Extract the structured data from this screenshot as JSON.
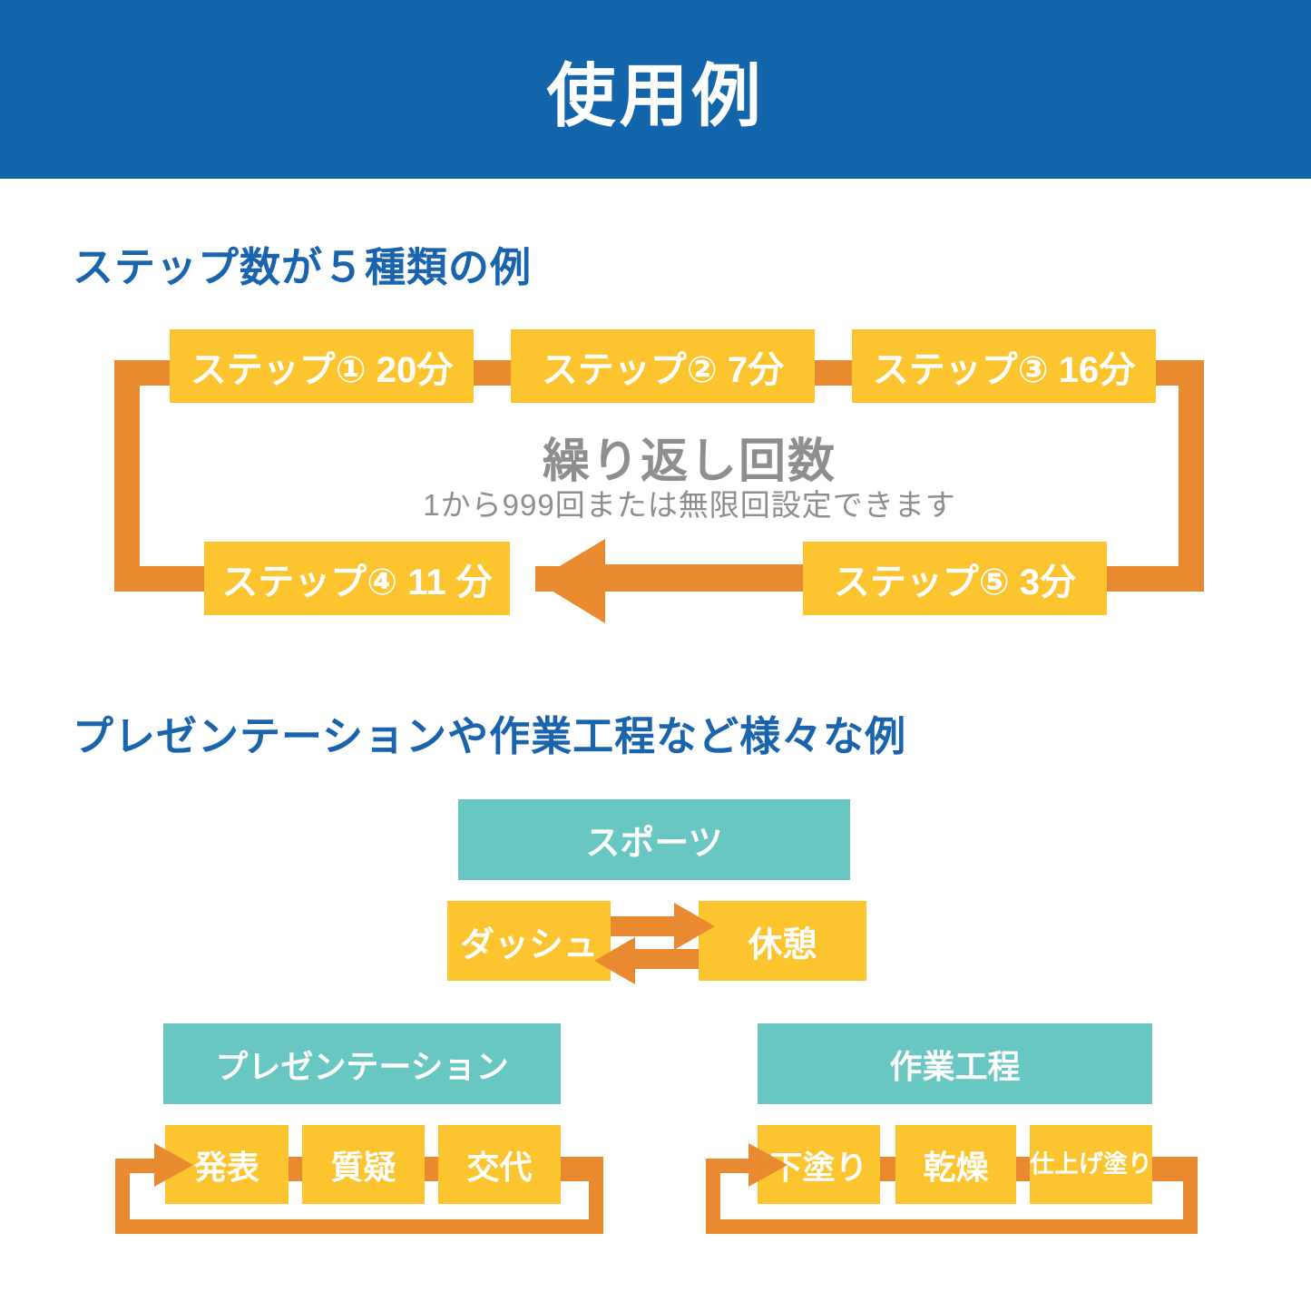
{
  "colors": {
    "header_bg": "#1264AB",
    "heading_text": "#1A64AD",
    "box_yellow": "#FCC42E",
    "arrow_orange": "#E98A30",
    "category_teal": "#69C7C3",
    "repeat_gray": "#8E8E8E",
    "box_text": "#FFFFFF"
  },
  "header": {
    "title": "使用例"
  },
  "section1": {
    "title": "ステップ数が５種類の例",
    "steps": [
      {
        "label": "ステップ① 20分"
      },
      {
        "label": "ステップ② 7分"
      },
      {
        "label": "ステップ③ 16分"
      },
      {
        "label": "ステップ④ 11 分"
      },
      {
        "label": "ステップ⑤ 3分"
      }
    ],
    "repeat": {
      "title": "繰り返し回数",
      "subtitle": "1から999回または無限回設定できます"
    }
  },
  "section2": {
    "title": "プレゼンテーションや作業工程など様々な例",
    "sports": {
      "title": "スポーツ",
      "steps": [
        {
          "label": "ダッシュ"
        },
        {
          "label": "休憩"
        }
      ]
    },
    "presentation": {
      "title": "プレゼンテーション",
      "steps": [
        {
          "label": "発表"
        },
        {
          "label": "質疑"
        },
        {
          "label": "交代"
        }
      ]
    },
    "process": {
      "title": "作業工程",
      "steps": [
        {
          "label": "下塗り"
        },
        {
          "label": "乾燥"
        },
        {
          "label": "仕上げ塗り"
        }
      ]
    }
  }
}
